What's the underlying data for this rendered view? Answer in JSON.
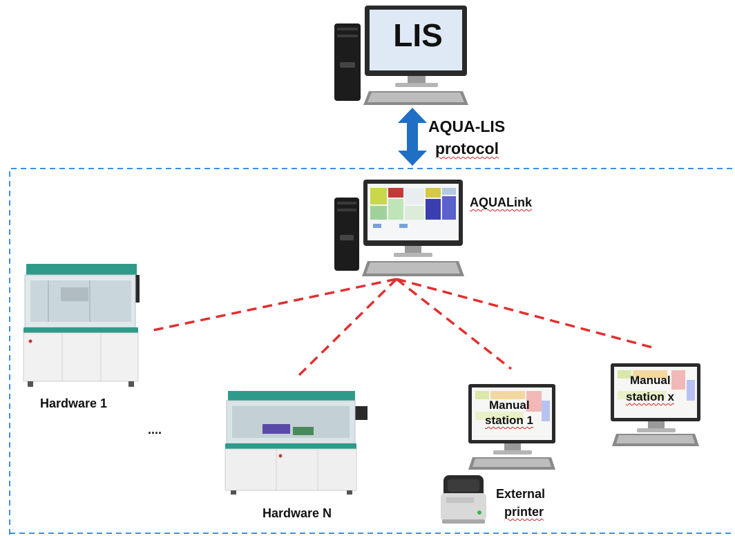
{
  "lis": {
    "screen_label": "LIS"
  },
  "protocol": {
    "line1": "AQUA-LIS",
    "line2": "protocol"
  },
  "aqualink": {
    "label": "AQUALink"
  },
  "hardware1": {
    "label": "Hardware 1"
  },
  "hardwareN": {
    "label": "Hardware N"
  },
  "ellipsis": "....",
  "manual1": {
    "line1": "Manual",
    "line2": "station 1"
  },
  "manualx": {
    "line1": "Manual",
    "line2": "station x"
  },
  "printer": {
    "line1": "External",
    "line2": "printer"
  },
  "colors": {
    "arrow": "#1f6fc4",
    "network_boundary": "#3b8fe0",
    "connection": "#e03030",
    "instrument_accent": "#2e9b8a"
  }
}
